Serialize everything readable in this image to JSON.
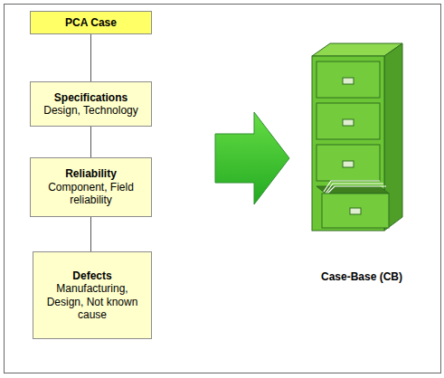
{
  "diagram": {
    "nodes": [
      {
        "text": [
          "PCA Case"
        ]
      },
      {
        "text": [
          "Specifications",
          "Design, Technology"
        ]
      },
      {
        "text": [
          "Reliability",
          "Component, Field reliability"
        ]
      },
      {
        "text": [
          "Defects",
          "Manufacturing, Design, Not known cause"
        ]
      }
    ],
    "edges": [
      {
        "from": 0,
        "to": 1,
        "arrow": "none"
      },
      {
        "from": 1,
        "to": 2,
        "arrow": "none"
      },
      {
        "from": 2,
        "to": 3,
        "arrow": "none"
      }
    ],
    "labels": [
      "Case-Base (CB)"
    ]
  }
}
